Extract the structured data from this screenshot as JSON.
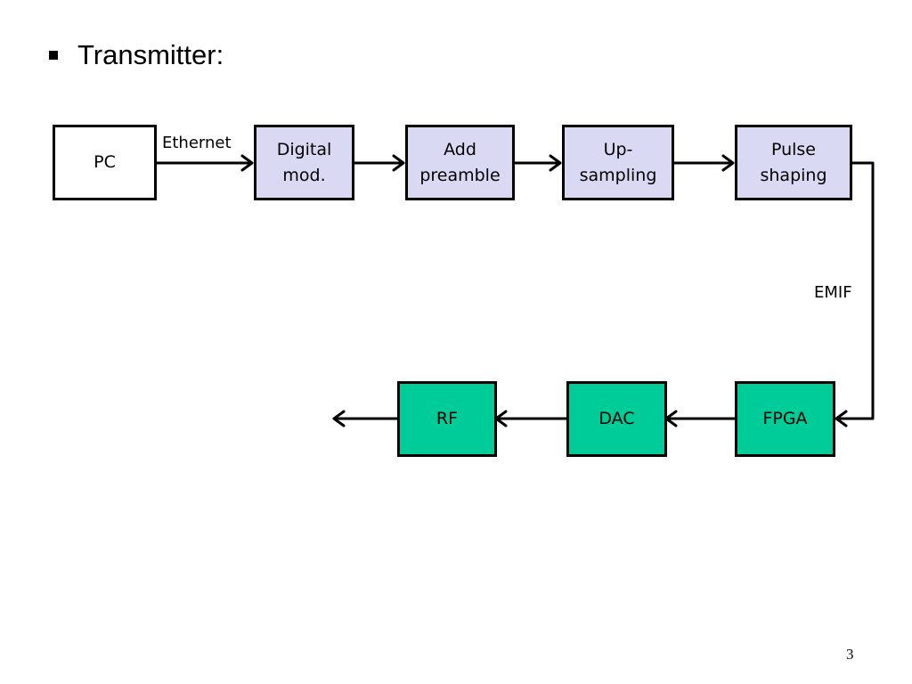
{
  "slide": {
    "heading": "Transmitter:",
    "page_number": "3"
  },
  "colors": {
    "processing_block": "#d9d9f3",
    "hardware_block": "#00cc99",
    "pc_block": "#ffffff",
    "line": "#000000"
  },
  "blocks": {
    "pc": {
      "line1": "PC"
    },
    "digital_mod": {
      "line1": "Digital",
      "line2": "mod."
    },
    "add_preamble": {
      "line1": "Add",
      "line2": "preamble"
    },
    "up_sampling": {
      "line1": "Up-",
      "line2": "sampling"
    },
    "pulse_shaping": {
      "line1": "Pulse",
      "line2": "shaping"
    },
    "fpga": {
      "line1": "FPGA"
    },
    "dac": {
      "line1": "DAC"
    },
    "rf": {
      "line1": "RF"
    }
  },
  "labels": {
    "ethernet": "Ethernet",
    "emif": "EMIF"
  }
}
